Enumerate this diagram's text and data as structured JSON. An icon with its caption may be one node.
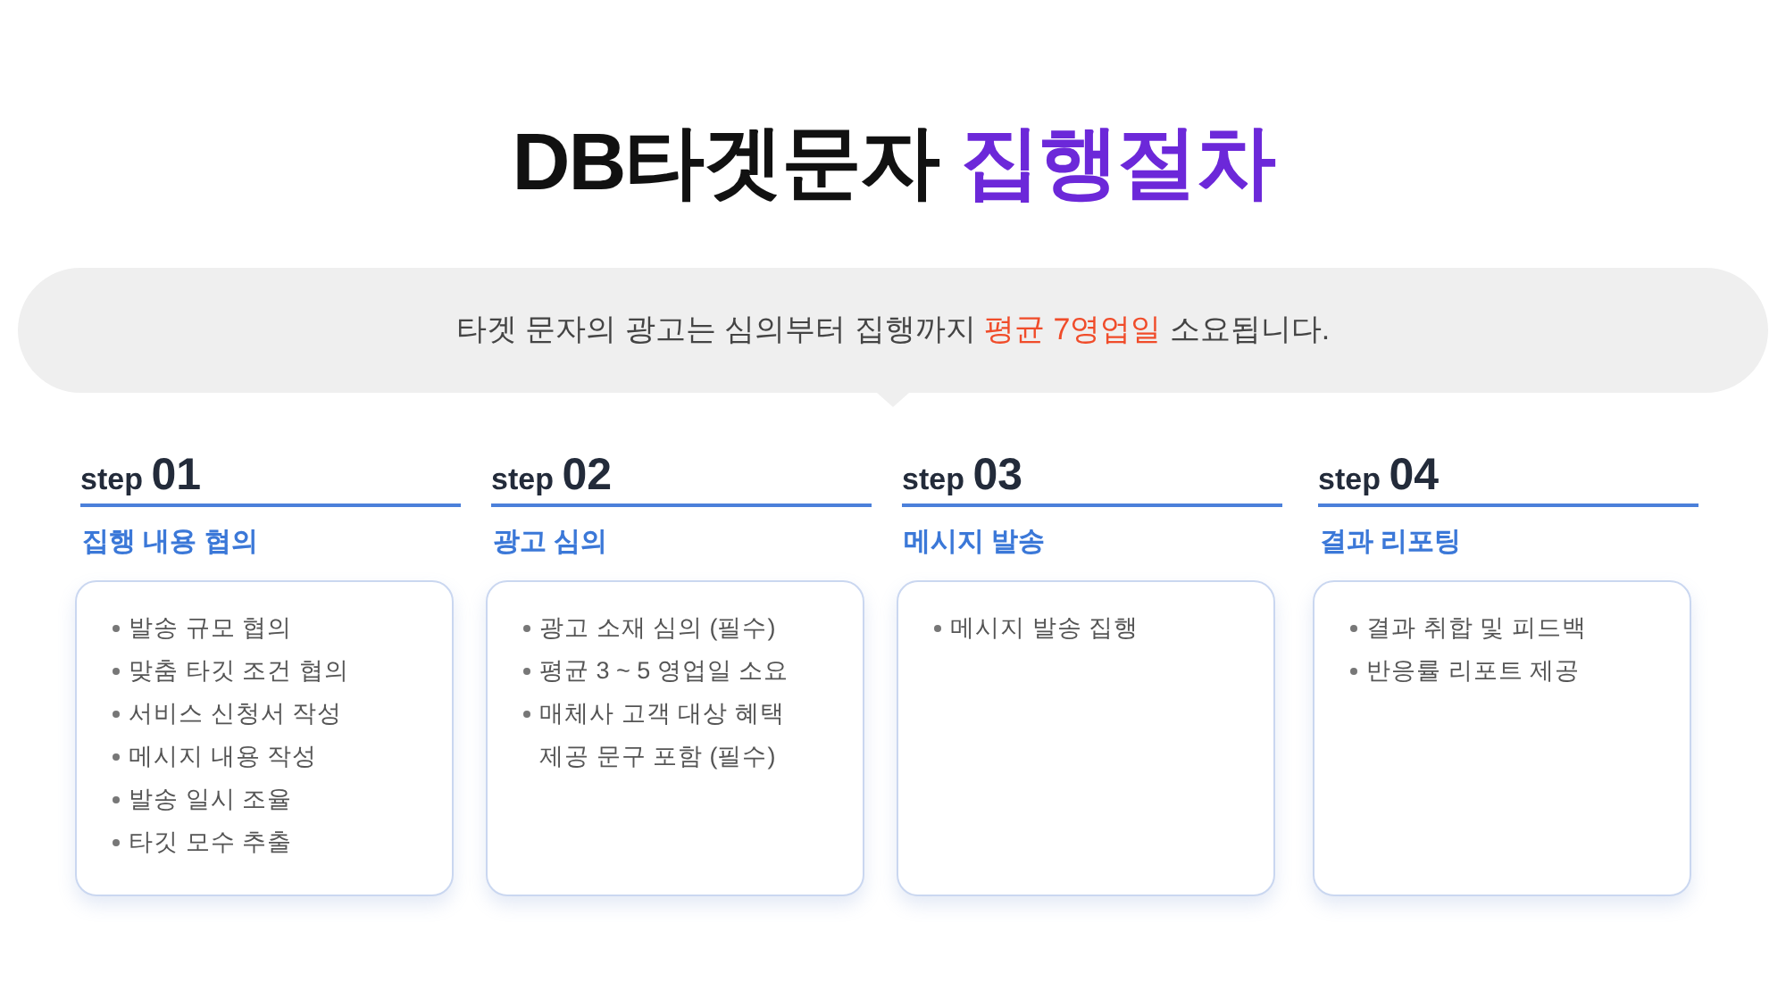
{
  "diagram": {
    "title": "DB타겟문자 **집행절차**",
    "nodes": [
      {
        "text": [
          "타겟 문자의 광고는 심의부터 집행까지 **평균 7영업일** 소요됩니다."
        ]
      },
      {
        "text": [
          "step **01**",
          "집행 내용 협의",
          "발송 규모 협의",
          "맞춤 타깃 조건 협의",
          "서비스 신청서 작성",
          "메시지 내용 작성",
          "발송 일시 조율",
          "타깃 모수 추출"
        ]
      },
      {
        "text": [
          "step **02**",
          "광고 심의",
          "광고 소재 심의 (필수)",
          "평균 3 ~ 5 영업일 소요",
          "매체사 고객 대상 혜택 제공 문구 포함 (필수)"
        ]
      },
      {
        "text": [
          "step **03**",
          "메시지 발송",
          "메시지 발송 집행"
        ]
      },
      {
        "text": [
          "step **04**",
          "결과 리포팅",
          "결과 취합 및 피드백",
          "반응률 리포트 제공"
        ]
      }
    ]
  }
}
